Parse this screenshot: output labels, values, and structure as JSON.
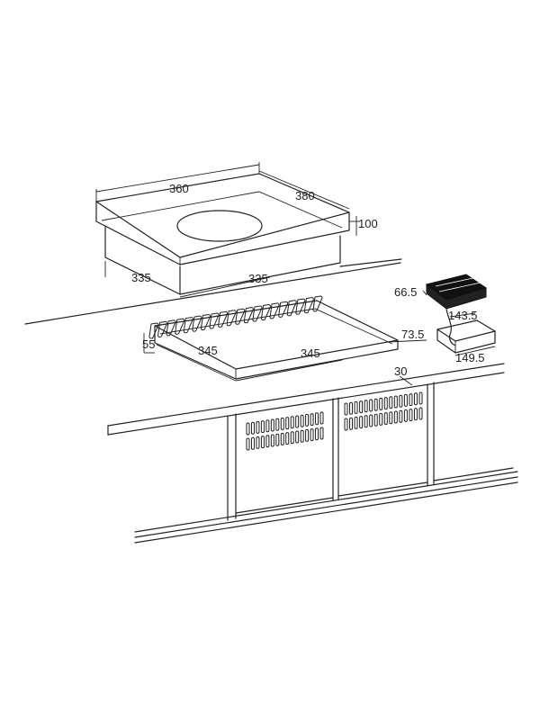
{
  "labels": {
    "hob_depth": "360",
    "hob_width": "380",
    "hob_height": "100",
    "hob_left": "335",
    "hob_front": "335",
    "cutout_depth": "55",
    "cutout_left": "345",
    "cutout_front": "345",
    "box_height": "66.5",
    "box_width": "143.5",
    "box2_height": "73.5",
    "box2_width": "149.5",
    "vent_gap": "30"
  },
  "colors": {
    "line": "#222222",
    "background": "#ffffff",
    "control_box": "#111111"
  }
}
